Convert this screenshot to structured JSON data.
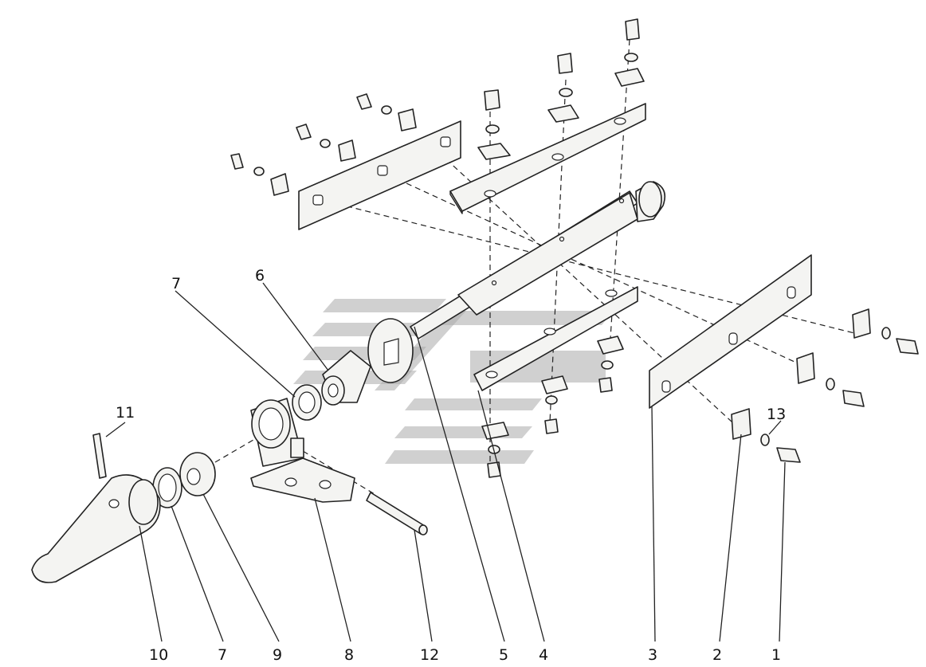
{
  "diagram": {
    "type": "exploded-assembly",
    "callouts": [
      {
        "id": "c1",
        "label": "1"
      },
      {
        "id": "c2",
        "label": "2"
      },
      {
        "id": "c3",
        "label": "3"
      },
      {
        "id": "c4",
        "label": "4"
      },
      {
        "id": "c5",
        "label": "5"
      },
      {
        "id": "c12",
        "label": "12"
      },
      {
        "id": "c8",
        "label": "8"
      },
      {
        "id": "c9",
        "label": "9"
      },
      {
        "id": "c7b",
        "label": "7"
      },
      {
        "id": "c10",
        "label": "10"
      },
      {
        "id": "c7t",
        "label": "7"
      },
      {
        "id": "c6",
        "label": "6"
      },
      {
        "id": "c11",
        "label": "11"
      },
      {
        "id": "c13",
        "label": "13"
      }
    ]
  }
}
